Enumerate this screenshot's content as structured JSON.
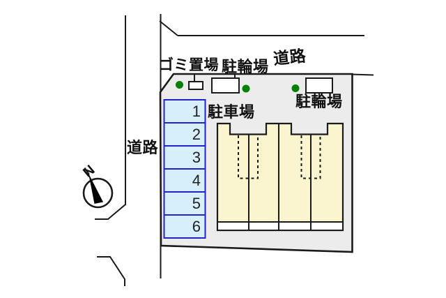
{
  "labels": {
    "road_top": "道路",
    "road_left": "道路",
    "garbage_area": "ゴミ置場",
    "bicycle_parking_top": "駐輪場",
    "bicycle_parking_right": "駐輪場",
    "car_parking": "駐車場",
    "compass_north": "N"
  },
  "parking_spaces": [
    "1",
    "2",
    "3",
    "4",
    "5",
    "6"
  ],
  "colors": {
    "site_fill": "#ececec",
    "building_fill": "#faf5cf",
    "unit_porch_fill": "#ffffff",
    "parking_fill": "#d7effa",
    "parking_border": "#2222cc",
    "tree_green": "#008000",
    "line": "#1a1a1a"
  }
}
